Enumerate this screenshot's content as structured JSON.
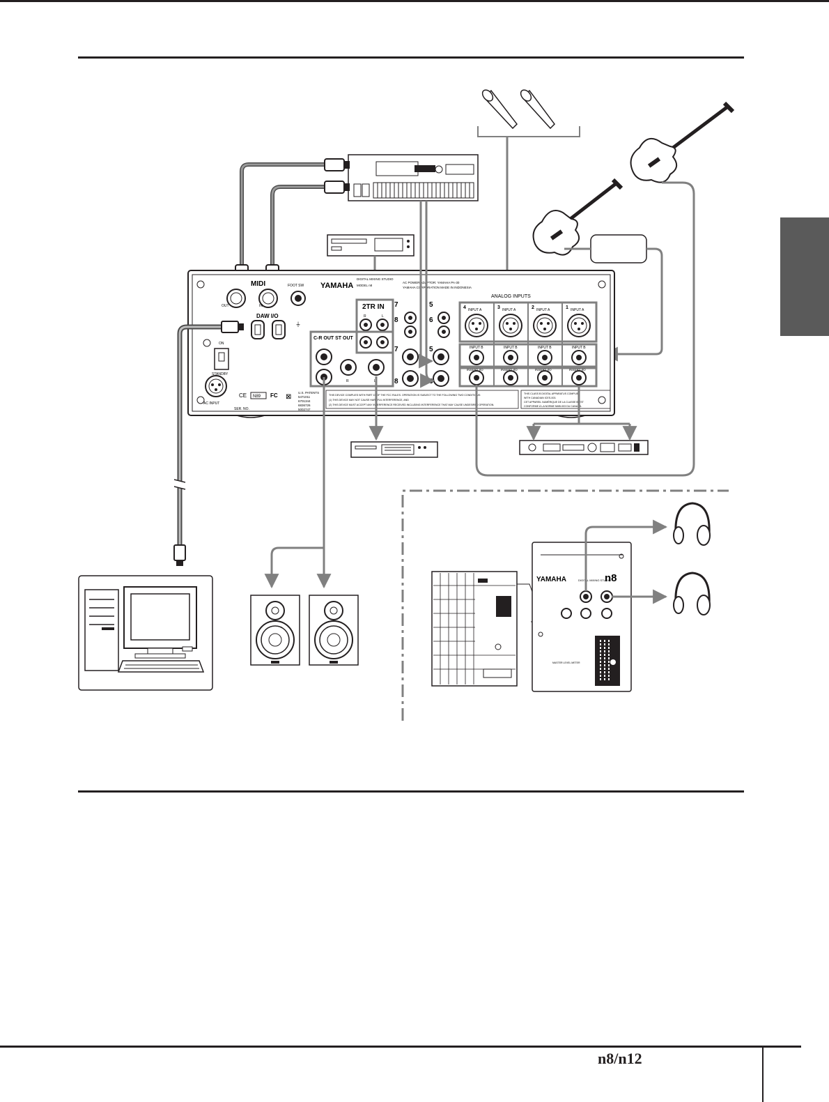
{
  "brand": "YAMAHA",
  "footer": {
    "model": "n8/n12"
  },
  "panel": {
    "midi": "MIDI",
    "midi_out": "OUT",
    "midi_in": "IN",
    "foot_sw": "FOOT SW",
    "daw_io": "DAW I/O",
    "on": "ON",
    "standby": "STANDBY",
    "ac_input": "AC INPUT",
    "ser_no": "SER. NO.",
    "ce": "CE",
    "n89": "N89",
    "fc": "FC",
    "two_tr_in": "2TR IN",
    "cr_out_st_out": "C-R OUT  ST OUT",
    "analog_inputs": "ANALOG INPUTS",
    "digital_mixing_studio": "DIGITAL MIXING STUDIO",
    "model": "MODEL n8",
    "ac_power_adaptor": "AC POWER ADAPTOR: YAMAHA PA-30",
    "corp": "YAMAHA CORPORATION    MADE IN INDONESIA",
    "us_patents": "U.S. PATENTS",
    "patent_numbers": [
      "5471011",
      "6701344",
      "6836726",
      "5002747"
    ],
    "input_a": "INPUT A",
    "input_b": "INPUT B",
    "insert_io": "INSERT I/O",
    "ch_numbers": [
      "4",
      "3",
      "2",
      "1"
    ],
    "line_ch": [
      "7",
      "8",
      "5",
      "6"
    ],
    "r": "R",
    "l": "L",
    "fcc_lines": [
      "THIS DEVICE COMPLIES WITH PART 15 OF THE FCC RULES. OPERATION IS SUBJECT TO THE FOLLOWING TWO CONDITIONS:",
      "(1) THIS DEVICE MAY NOT CAUSE HARMFUL INTERFERENCE, AND",
      "(2) THIS DEVICE MUST ACCEPT ANY INTERFERENCE RECEIVED INCLUDING INTERFERENCE THAT MAY CAUSE UNDESIRED OPERATION."
    ],
    "canada_lines": [
      "THIS CLASS B DIGITAL APPARATUS COMPLIES",
      "WITH CANADIAN ICES-003.",
      "CET APPAREIL NUMÉRIQUE DE LA CLASSE B EST",
      "CONFORME À LA NORME NMB-003 DU CANADA."
    ]
  },
  "front_panel": {
    "brand": "YAMAHA",
    "subtitle": "DIGITAL MIXING STUDIO",
    "model": "n8",
    "meter_label": "MASTER LEVEL METER"
  },
  "colors": {
    "line": "#808080",
    "ink": "#231f20",
    "tab": "#5a5a5a"
  }
}
